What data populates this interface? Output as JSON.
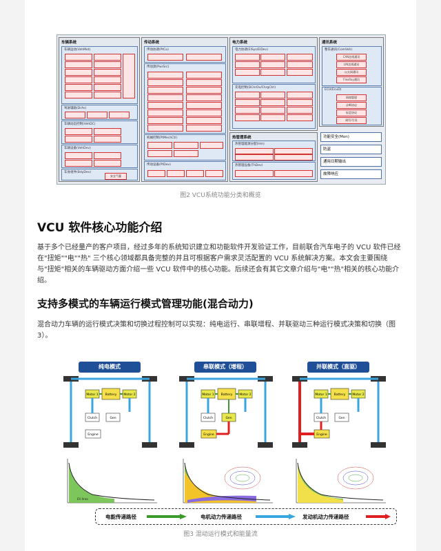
{
  "figure2": {
    "caption": "图2 VCU系统功能分类和概览",
    "panels": [
      {
        "title": "车辆系统",
        "subs": [
          {
            "title": "车辆运动(VehMot)"
          },
          {
            "title": "驾驶辅助(DrAs)"
          },
          {
            "title": "车辆动态控制(VehDC)"
          },
          {
            "title": "车辆设备(VehDev)"
          },
          {
            "title": "车身组件(BdyDev)",
            "cells": [
              "",
              "安全气囊"
            ]
          }
        ]
      },
      {
        "title": "传动系统",
        "subs": [
          {
            "title": "传动协调(PtCo)"
          },
          {
            "title": "传动源(PwrSrc)"
          },
          {
            "title": "机械控制(PtMechCtl)"
          },
          {
            "title": "传动设备(PtDev)"
          }
        ]
      },
      {
        "title": "电力系统",
        "subs": [
          {
            "title": "电力协调(ElSys/ElDev)"
          },
          {
            "title": "充电控制(DChrDv/ChrgCtrl)"
          }
        ]
      },
      {
        "title": "热管理系统",
        "subs": [
          {
            "title": "热管理能源分配(Hm)"
          },
          {
            "title": "热管理设备(ThDev)"
          }
        ]
      },
      {
        "title": "通讯系统",
        "subs": [
          {
            "title": "整车通讯(ComVeh)",
            "cells": [
              "CAN总线通讯",
              "LIN总线通讯",
              "以太网通讯",
              "FlexRay通讯"
            ]
          },
          {
            "title": "ECU(EcuD)",
            "cells": [
              "网络管理",
              "诊断协议",
              "标定协议",
              "刷写/引导"
            ]
          }
        ]
      }
    ],
    "right_items": [
      "功能安全(Mon)",
      "防盗",
      "通用日期输出",
      "故障响应"
    ]
  },
  "section1": {
    "heading": "VCU 软件核心功能介绍",
    "paragraph": "基于多个已经量产的客户项目，经过多年的系统知识建立和功能软件开发验证工作，目前联合汽车电子的 VCU 软件已经在\"扭矩\"\"电\"\"热\" 三个核心领域都具备完整的并且可根据客户需求灵活配置的 VCU 系统解决方案。本文会主要围绕与\"扭矩\"相关的车辆驱动方面介绍一些 VCU 软件中的核心功能。后续还会有其它文章介绍与\"电\"\"热\"相关的核心功能介绍。"
  },
  "section2": {
    "heading": "支持多模式的车辆运行模式管理功能(混合动力)",
    "paragraph": "混合动力车辆的运行模式决策和切换过程控制可以实现：纯电运行、串联增程、并联驱动三种运行模式决策和切换（图 3）。"
  },
  "figure3": {
    "caption": "图3 混动运行模式和能量流",
    "modes": [
      {
        "title": "纯电模式"
      },
      {
        "title": "串联模式（增程）"
      },
      {
        "title": "并联模式（直驱）"
      }
    ],
    "component_labels": {
      "motor1": "Motor 1",
      "motor2": "Motor 2",
      "battery": "Battery",
      "clutch": "Clutch",
      "gen": "Gen",
      "engine": "Engine",
      "ev_area": "EV Area"
    },
    "legend": [
      {
        "label": "电能传递路径",
        "color": "#3a9b2a"
      },
      {
        "label": "电机动力传递路径",
        "color": "#3aa6e0"
      },
      {
        "label": "发动机动力传递路径",
        "color": "#e02020"
      }
    ]
  }
}
